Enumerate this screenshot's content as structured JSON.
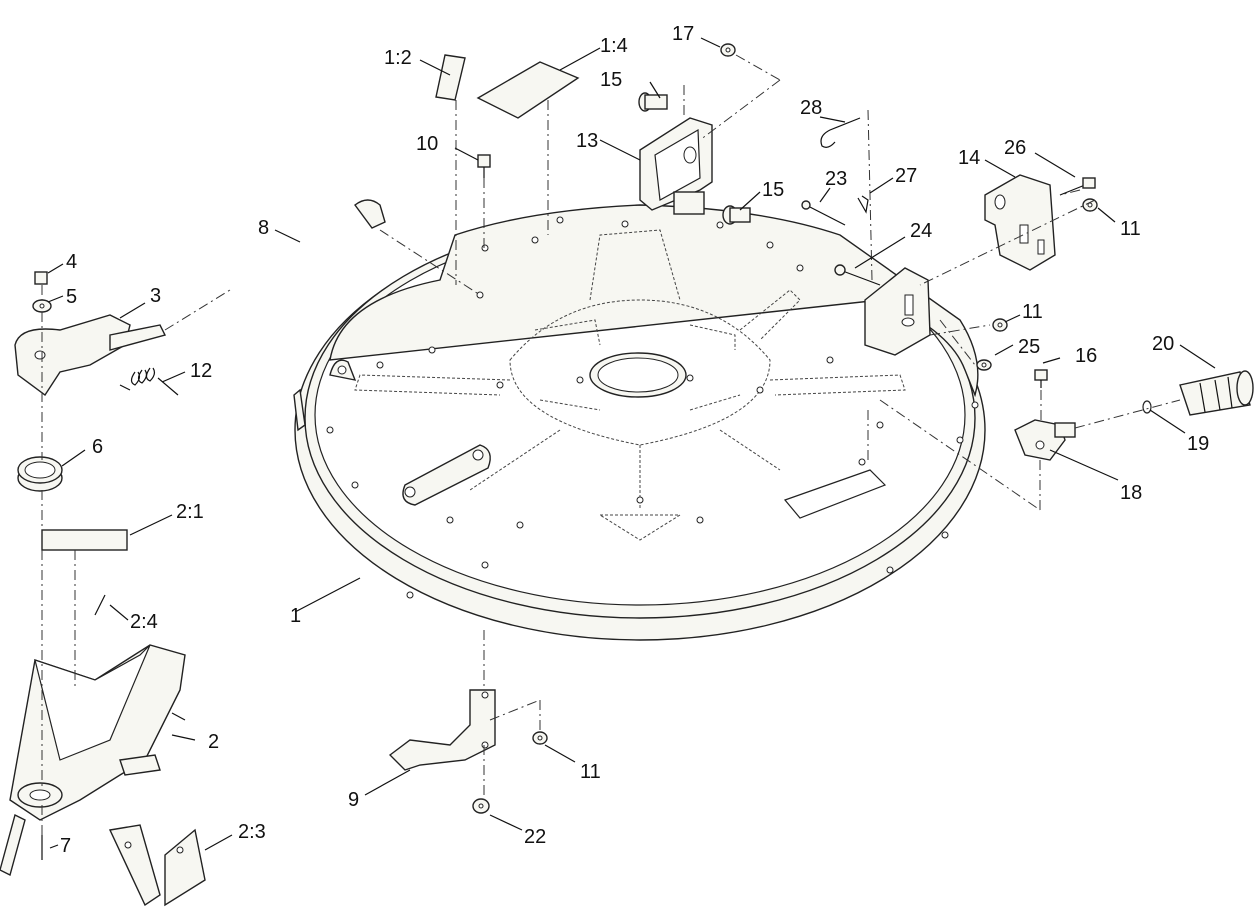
{
  "callouts": {
    "c1": "1",
    "c1_2": "1:2",
    "c1_4": "1:4",
    "c2": "2",
    "c2_1": "2:1",
    "c2_3": "2:3",
    "c2_4": "2:4",
    "c3": "3",
    "c4": "4",
    "c5": "5",
    "c6": "6",
    "c7": "7",
    "c8": "8",
    "c9": "9",
    "c10": "10",
    "c11a": "11",
    "c11b": "11",
    "c11c": "11",
    "c12": "12",
    "c13": "13",
    "c14": "14",
    "c15a": "15",
    "c15b": "15",
    "c16": "16",
    "c17": "17",
    "c18": "18",
    "c19": "19",
    "c20": "20",
    "c22": "22",
    "c23": "23",
    "c24": "24",
    "c25": "25",
    "c26": "26",
    "c27": "27",
    "c28": "28"
  },
  "colors": {
    "line": "#111111",
    "part_fill": "#f7f7f2",
    "background": "#ffffff"
  }
}
